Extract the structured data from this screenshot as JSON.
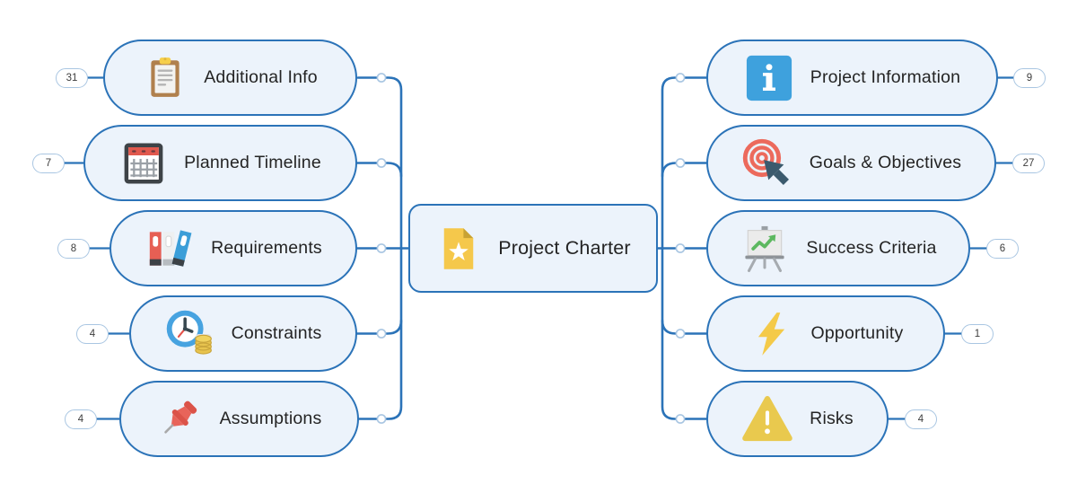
{
  "diagram": {
    "type": "mind-map",
    "background": "#ffffff"
  },
  "colors": {
    "node_border": "#2b73b8",
    "node_fill": "#ecf3fb",
    "connector": "#2b73b8",
    "badge_border": "#a9c6e2",
    "badge_fill": "#ffffff",
    "badge_text": "#3d3d3d",
    "label_text": "#242424"
  },
  "center": {
    "label": "Project Charter",
    "icon": "star-document-icon"
  },
  "left_branches": [
    {
      "label": "Additional Info",
      "count": "31",
      "icon": "clipboard-icon"
    },
    {
      "label": "Planned Timeline",
      "count": "7",
      "icon": "calendar-icon"
    },
    {
      "label": "Requirements",
      "count": "8",
      "icon": "binders-icon"
    },
    {
      "label": "Constraints",
      "count": "4",
      "icon": "clock-coins-icon"
    },
    {
      "label": "Assumptions",
      "count": "4",
      "icon": "pushpin-icon"
    }
  ],
  "right_branches": [
    {
      "label": "Project Information",
      "count": "9",
      "icon": "info-icon"
    },
    {
      "label": "Goals & Objectives",
      "count": "27",
      "icon": "target-cursor-icon"
    },
    {
      "label": "Success Criteria",
      "count": "6",
      "icon": "easel-chart-icon"
    },
    {
      "label": "Opportunity",
      "count": "1",
      "icon": "lightning-icon"
    },
    {
      "label": "Risks",
      "count": "4",
      "icon": "warning-triangle-icon"
    }
  ]
}
